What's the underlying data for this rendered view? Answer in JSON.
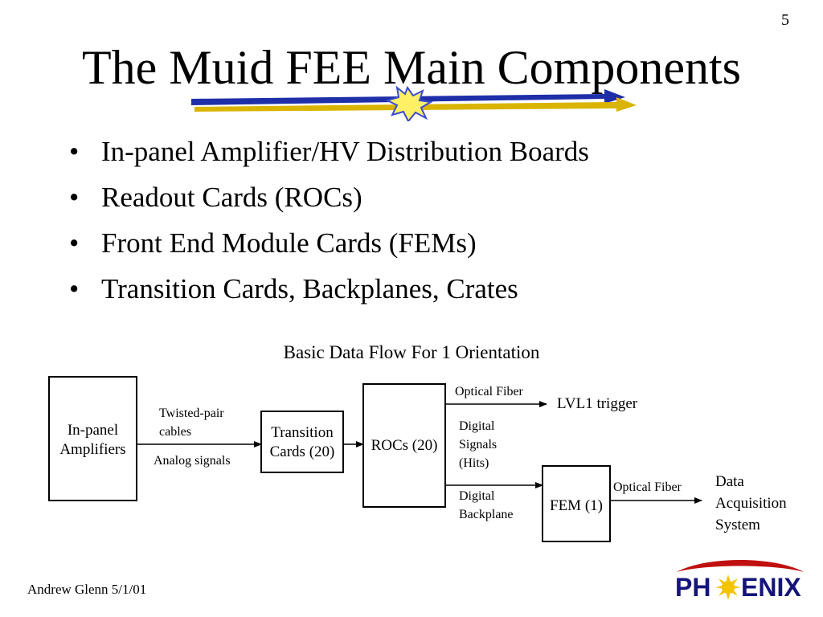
{
  "slide": {
    "number": "5",
    "title": "The Muid FEE Main Components",
    "footer": "Andrew Glenn 5/1/01",
    "logo_text_left": "PH",
    "logo_text_right": "ENIX"
  },
  "bullets": [
    "In-panel Amplifier/HV Distribution Boards",
    "Readout Cards (ROCs)",
    "Front End Module Cards (FEMs)",
    "Transition Cards, Backplanes, Crates"
  ],
  "diagram": {
    "title": "Basic Data Flow For 1 Orientation",
    "nodes": {
      "amplifiers": [
        "In-panel",
        "Amplifiers"
      ],
      "transition": [
        "Transition",
        "Cards (20)"
      ],
      "rocs": "ROCs (20)",
      "fem": "FEM (1)",
      "lvl1": "LVL1 trigger",
      "daq": [
        "Data",
        "Acquisition",
        "System"
      ]
    },
    "edges": {
      "twisted_pair": [
        "Twisted-pair",
        "cables"
      ],
      "analog": "Analog signals",
      "optical_top": "Optical Fiber",
      "digital_signals": [
        "Digital",
        "Signals",
        "(Hits)"
      ],
      "digital_backplane": [
        "Digital",
        "Backplane"
      ],
      "optical_bottom": "Optical Fiber"
    }
  },
  "colors": {
    "arrow_blue": "#1f2fa8",
    "arrow_gold": "#d9b400",
    "star_fill": "#fff066",
    "star_stroke": "#3b4bd0",
    "logo_red": "#c01010",
    "logo_text": "#14147a"
  }
}
